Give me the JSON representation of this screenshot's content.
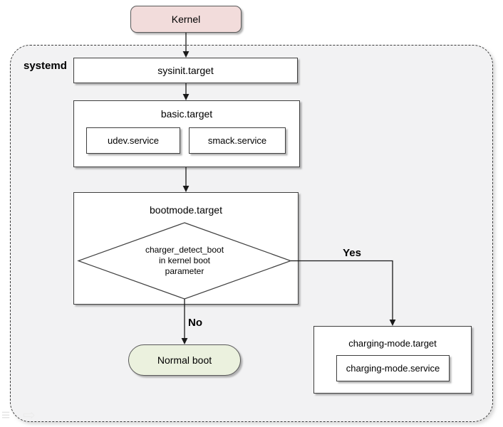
{
  "diagram": {
    "kernel": {
      "label": "Kernel"
    },
    "container_label": "systemd",
    "nodes": {
      "sysinit": {
        "label": "sysinit.target"
      },
      "basic": {
        "label": "basic.target",
        "services": [
          "udev.service",
          "smack.service"
        ]
      },
      "bootmode": {
        "label": "bootmode.target",
        "decision_lines": [
          "charger_detect_boot",
          "in kernel boot",
          "parameter"
        ]
      },
      "charging": {
        "label": "charging-mode.target",
        "service": "charging-mode.service"
      },
      "normal_boot": {
        "label": "Normal boot"
      }
    },
    "edge_labels": {
      "yes": "Yes",
      "no": "No"
    },
    "icons": {
      "list": "≡",
      "arrow_right": "⇨"
    },
    "colors": {
      "kernel_fill": "#f2dcdb",
      "container_fill": "#f2f2f3",
      "node_fill": "#ffffff",
      "normal_boot_fill": "#ebf1de",
      "node_border": "#3f3f3f",
      "soft_border": "#595959",
      "connector": "#1a1a1a"
    }
  }
}
